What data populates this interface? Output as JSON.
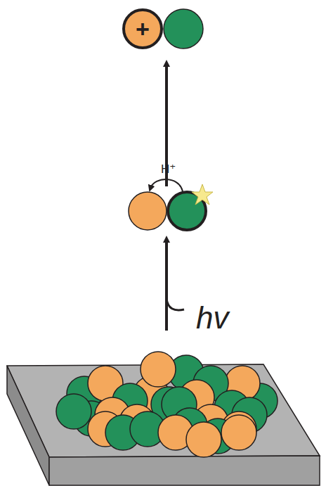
{
  "diagram": {
    "nodes": [
      {
        "text": [
          "+"
        ]
      }
    ],
    "labels": [
      "H⁺",
      "hv"
    ]
  }
}
